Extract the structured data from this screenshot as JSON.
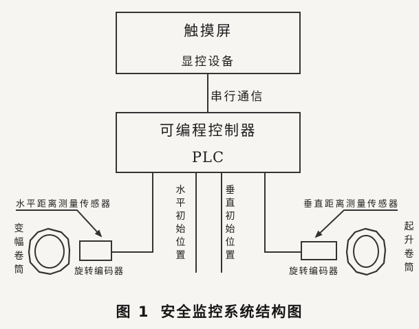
{
  "colors": {
    "line": "#333333",
    "text": "#1d1d1d",
    "background": "#f7f5f2"
  },
  "nodes": {
    "touchscreen": {
      "title": "触摸屏",
      "subtitle": "显控设备"
    },
    "plc": {
      "title": "可编程控制器",
      "subtitle": "PLC"
    }
  },
  "links": {
    "serial_label": "串行通信"
  },
  "signals": {
    "horizontal_initial_position": "水平初始位置",
    "vertical_initial_position": "垂直初始位置"
  },
  "left_branch": {
    "sensor_label": "水平距离测量传感器",
    "encoder_label": "旋转编码器",
    "drum_label": "变幅卷筒"
  },
  "right_branch": {
    "sensor_label": "垂直距离测量传感器",
    "encoder_label": "旋转编码器",
    "drum_label": "起升卷筒"
  },
  "caption": {
    "prefix": "图 1",
    "title": "安全监控系统结构图"
  }
}
